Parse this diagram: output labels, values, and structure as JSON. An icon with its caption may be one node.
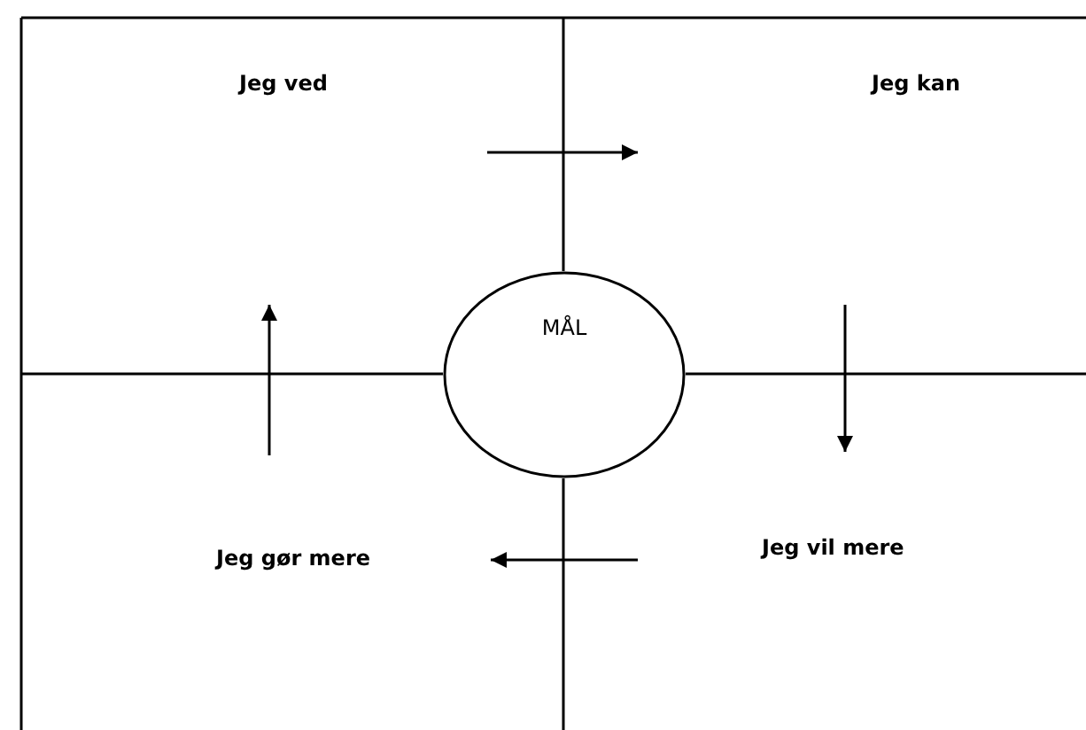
{
  "diagram": {
    "nodes": [
      {
        "text": [
          "Jeg ved"
        ]
      },
      {
        "text": [
          "Jeg kan"
        ]
      },
      {
        "text": [
          "Jeg vil mere"
        ]
      },
      {
        "text": [
          "Jeg gør mere"
        ]
      },
      {
        "text": [
          "MÅL"
        ]
      }
    ]
  }
}
